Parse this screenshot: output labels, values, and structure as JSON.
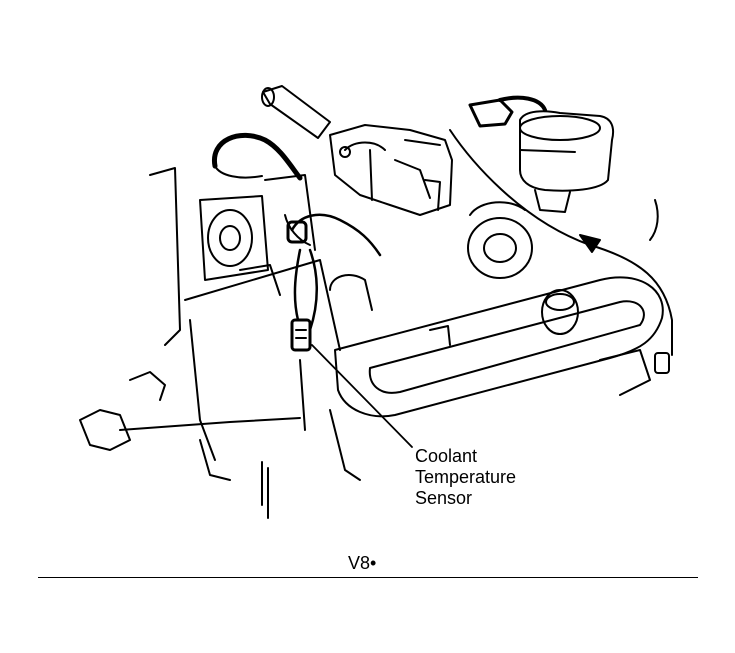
{
  "callout": {
    "line1": "Coolant",
    "line2": "Temperature",
    "line3": "Sensor"
  },
  "caption": "V8•",
  "colors": {
    "ink": "#000000",
    "paper": "#ffffff"
  }
}
